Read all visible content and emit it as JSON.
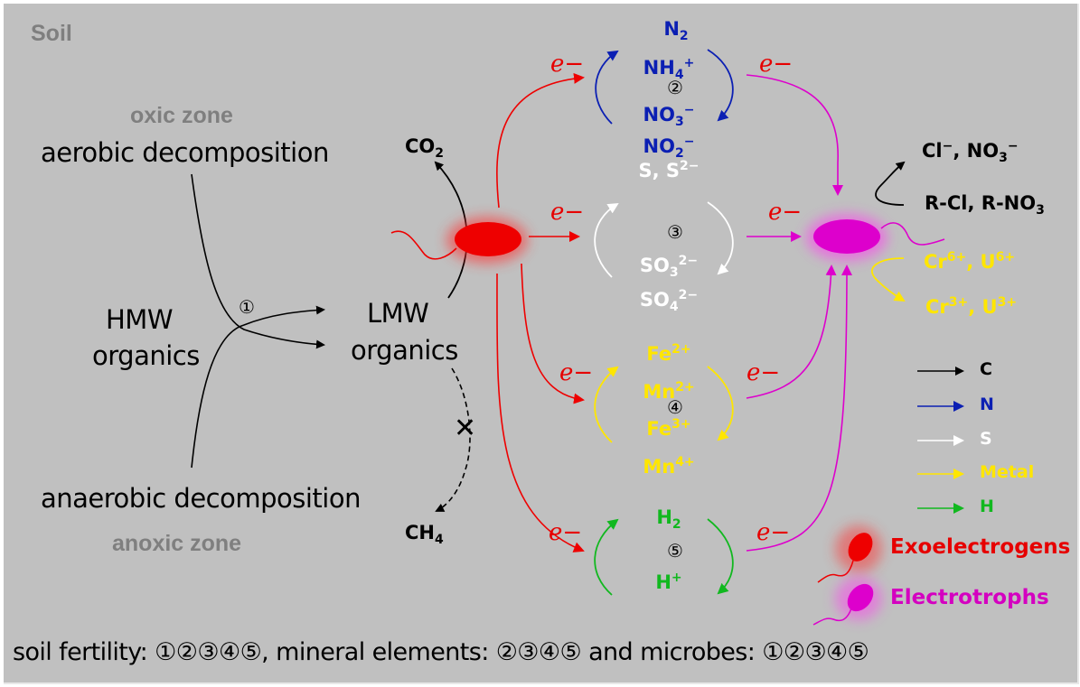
{
  "title": "Soil",
  "zones": {
    "oxic": "oxic zone",
    "anoxic": "anoxic zone"
  },
  "processes": {
    "aerobic": "aerobic decomposition",
    "anaerobic": "anaerobic decomposition"
  },
  "organics": {
    "hmw_line1": "HMW",
    "hmw_line2": "organics",
    "lmw_line1": "LMW",
    "lmw_line2": "organics"
  },
  "products": {
    "co2": "CO",
    "co2_sub": "2",
    "ch4": "CH",
    "ch4_sub": "4"
  },
  "electron_label": "e−",
  "blocked_mark": "✕",
  "cycles": {
    "n": {
      "number": "②",
      "species": [
        "N2",
        "NH4+",
        "NO3−",
        "NO2−"
      ],
      "color": "#0b1fb3"
    },
    "s": {
      "number": "③",
      "species": [
        "S, S2−",
        "SO32−",
        "SO42−"
      ],
      "color": "#ffffff"
    },
    "metal": {
      "number": "④",
      "species": [
        "Fe2+",
        "Mn2+",
        "Fe3+",
        "Mn4+"
      ],
      "color": "#ffe600"
    },
    "h": {
      "number": "⑤",
      "species": [
        "H2",
        "H+"
      ],
      "color": "#11b81f"
    }
  },
  "cycle_one_number": "①",
  "remediation": {
    "organic_products": "Cl−, NO3−",
    "organic_reactants": "R-Cl, R-NO3",
    "metal_reactants": "Cr6+, U6+",
    "metal_products": "Cr3+, U3+"
  },
  "legend": {
    "elements": [
      {
        "label": "C",
        "color": "#000000"
      },
      {
        "label": "N",
        "color": "#0b1fb3"
      },
      {
        "label": "S",
        "color": "#ffffff"
      },
      {
        "label": "Metal",
        "color": "#ffe600"
      },
      {
        "label": "H",
        "color": "#11b81f"
      }
    ],
    "organisms": [
      {
        "label": "Exoelectrogens",
        "color": "#e60000"
      },
      {
        "label": "Electrotrophs",
        "color": "#d400c0"
      }
    ]
  },
  "footer": "soil fertility: ①②③④⑤, mineral elements: ②③④⑤ and microbes: ①②③④⑤",
  "colors": {
    "background": "#c0c0c0",
    "exoelectrogen": "#ee0000",
    "electrotroph": "#dd00cc",
    "electron_text": "#e60000",
    "zone_text": "#7f7f7f"
  }
}
